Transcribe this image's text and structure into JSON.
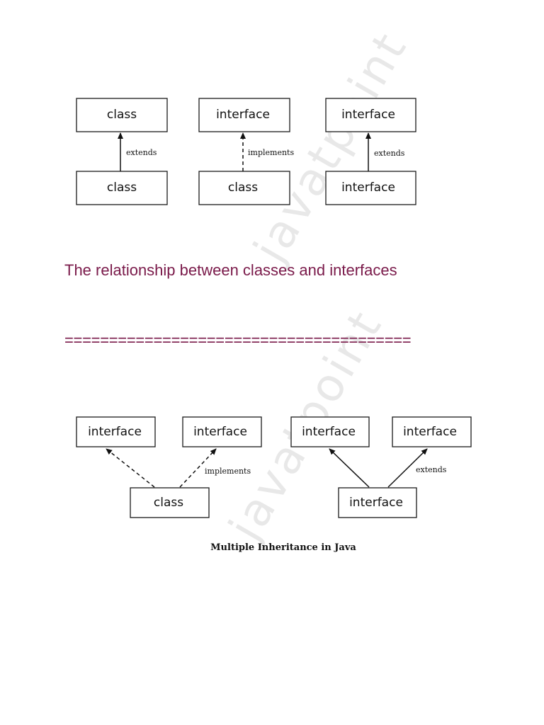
{
  "diagram_top": {
    "nodes": {
      "t_class_parent": "class",
      "t_class_child": "class",
      "t_iface_parent": "interface",
      "t_class_impl": "class",
      "t_iface_parent2": "interface",
      "t_iface_child": "interface"
    },
    "edges": [
      {
        "from": "t_class_child",
        "to": "t_class_parent",
        "label": "extends",
        "style": "solid"
      },
      {
        "from": "t_class_impl",
        "to": "t_iface_parent",
        "label": "implements",
        "style": "dashed"
      },
      {
        "from": "t_iface_child",
        "to": "t_iface_parent2",
        "label": "extends",
        "style": "solid"
      }
    ]
  },
  "caption": "The relationship between classes and interfaces",
  "separator": "=======================================",
  "diagram_bottom": {
    "title": "Multiple Inheritance in Java",
    "nodes": {
      "b_iface_1": "interface",
      "b_iface_2": "interface",
      "b_class": "class",
      "b_iface_3": "interface",
      "b_iface_4": "interface",
      "b_iface_child": "interface"
    },
    "edges": [
      {
        "from": "b_class",
        "to": "b_iface_1",
        "label": "",
        "style": "dashed"
      },
      {
        "from": "b_class",
        "to": "b_iface_2",
        "label": "implements",
        "style": "dashed"
      },
      {
        "from": "b_iface_child",
        "to": "b_iface_3",
        "label": "",
        "style": "solid"
      },
      {
        "from": "b_iface_child",
        "to": "b_iface_4",
        "label": "extends",
        "style": "solid"
      }
    ]
  },
  "colors": {
    "caption": "#7a1a4a",
    "watermark": "#e8e8e8",
    "lines": "#111111"
  },
  "watermark": {
    "text": "javatpoint"
  }
}
